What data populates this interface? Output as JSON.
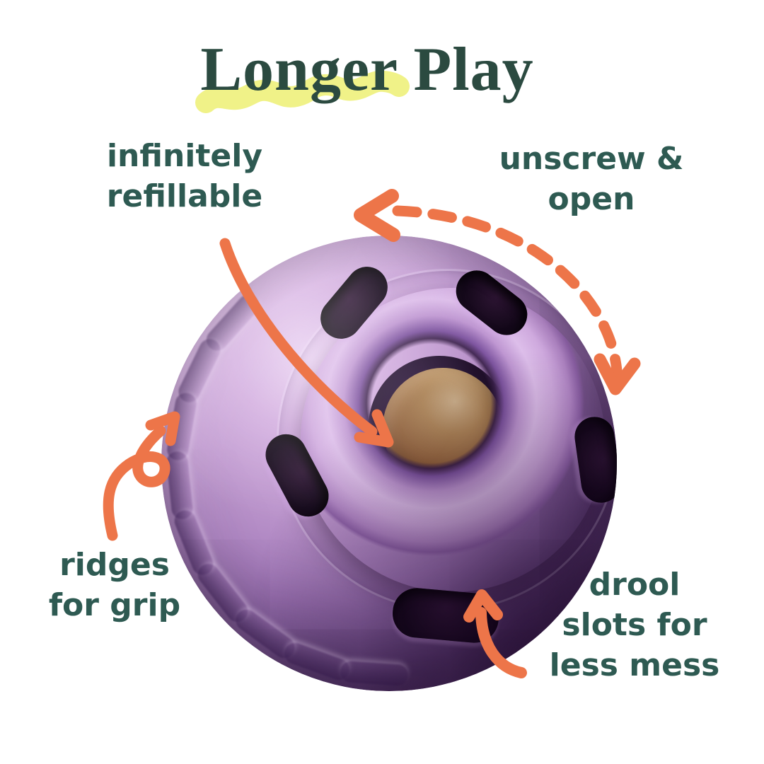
{
  "title": {
    "text": "Longer Play"
  },
  "labels": {
    "refillable": {
      "line1": "infinitely",
      "line2": "refillable"
    },
    "unscrew": {
      "line1": "unscrew &",
      "line2": "open"
    },
    "ridges": {
      "line1": "ridges",
      "line2": "for grip"
    },
    "drool": {
      "line1": "drool",
      "line2": "slots for",
      "line3": "less mess"
    }
  },
  "colors": {
    "title_green": "#2b4a40",
    "label_teal": "#2e5a52",
    "accent_orange": "#ed7549",
    "highlight_yellow": "#f0f288",
    "ball_purple": "#b992ca",
    "treat_brown": "#96663c"
  }
}
